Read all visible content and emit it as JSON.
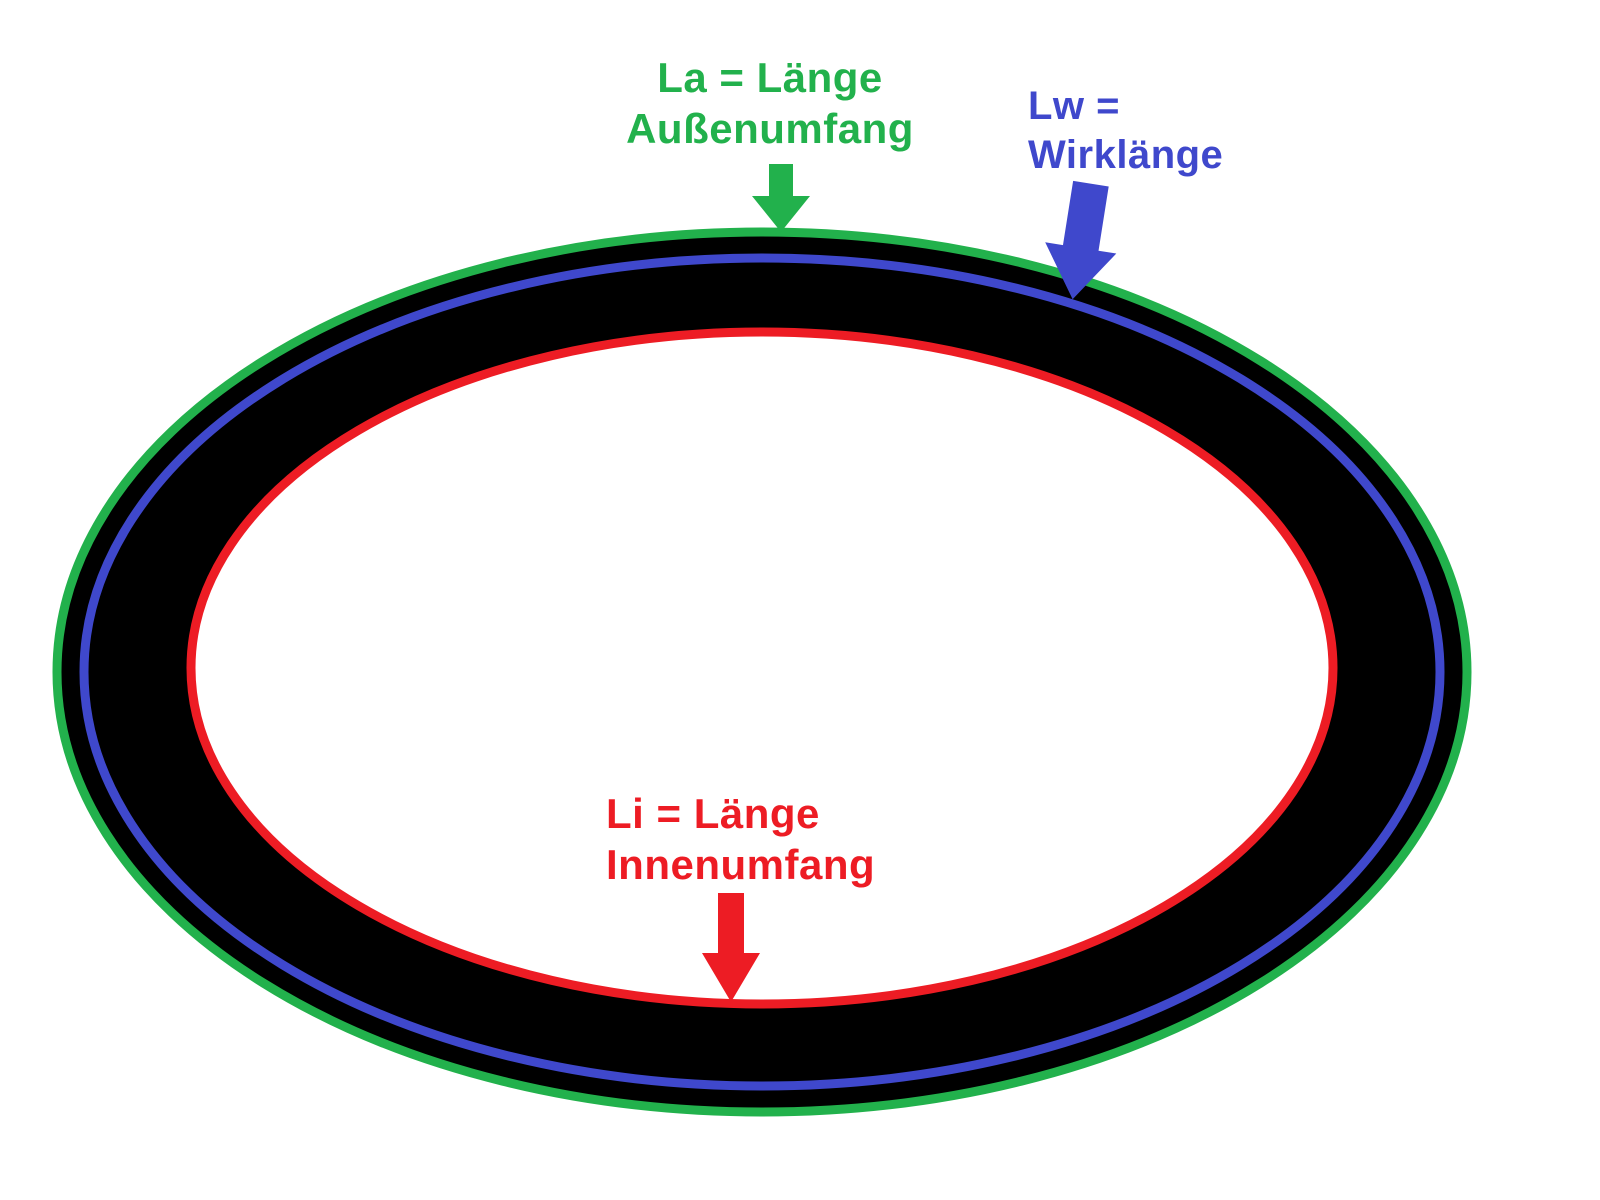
{
  "diagram": {
    "subject": "belt-length-diagram",
    "labels": {
      "outer": {
        "line1": "La = Länge",
        "line2": "Außenumfang"
      },
      "effective": {
        "line1": "Lw =",
        "line2": "Wirklänge"
      },
      "inner": {
        "line1": "Li = Länge",
        "line2": "Innenumfang"
      }
    },
    "colors": {
      "outer_green": "#22B14C",
      "effective_blue": "#3F48CC",
      "inner_red": "#ED1C24",
      "belt_black": "#000000",
      "background": "#FFFFFF"
    }
  }
}
